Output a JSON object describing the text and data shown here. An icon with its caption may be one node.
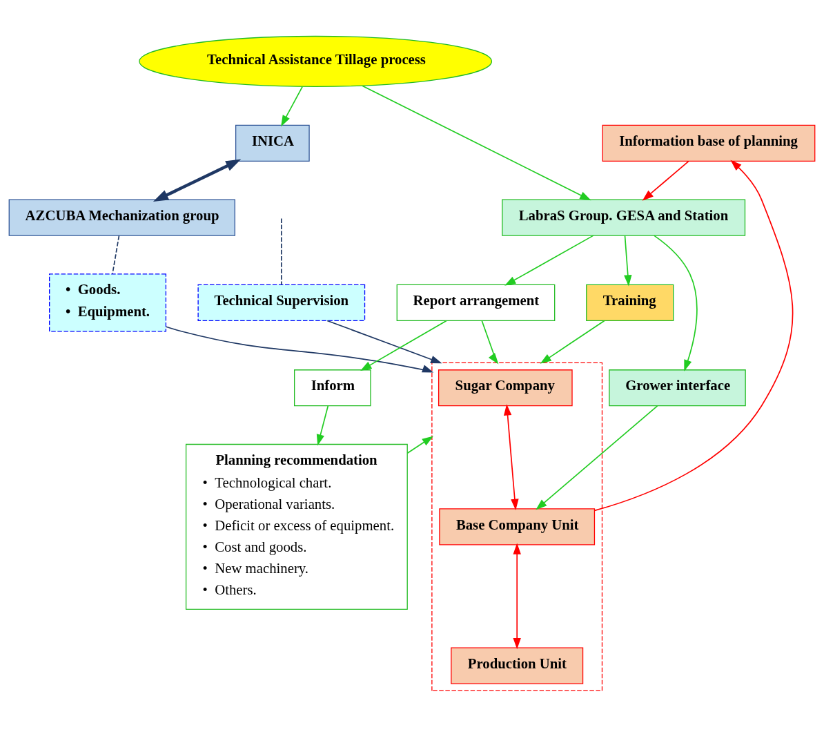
{
  "diagram": {
    "nodes": [
      {
        "text": [
          "INICA"
        ]
      },
      {
        "text": [
          "AZCUBA Mechanization group"
        ]
      },
      {
        "text": [
          "Technical Supervision"
        ]
      },
      {
        "text": [
          "•  Goods.",
          "•  Equipment."
        ]
      },
      {
        "text": [
          "Technical Assistance Tillage process"
        ]
      },
      {
        "text": [
          "Training"
        ]
      },
      {
        "text": [
          "LabraS Group. GESA and Station"
        ]
      },
      {
        "text": [],
        "shape": "box"
      },
      {
        "text": [
          "Sugar Company"
        ],
        "in": 7
      },
      {
        "text": [
          "Grower interface"
        ]
      },
      {
        "text": [
          "Information base of planning"
        ]
      },
      {
        "text": [
          "Base Company Unit"
        ],
        "in": 7
      },
      {
        "text": [
          "Report arrangement"
        ]
      },
      {
        "text": [
          "Planning recommendation",
          "•  Technological chart.",
          "•  Operational variants.",
          "•  Deficit or excess of equipment.",
          "•  Cost and goods.",
          "•  New machinery.",
          "•  Others."
        ]
      },
      {
        "text": [
          "Inform"
        ]
      },
      {
        "text": [
          "Production Unit"
        ],
        "in": 7
      }
    ],
    "edges": [
      {
        "from": 0,
        "to": 1,
        "arrow": "both",
        "style": "thick",
        "color": "#1f3864"
      },
      {
        "from": null,
        "to": 2,
        "arrow": "none",
        "style": "dashed",
        "color": "#1f3864"
      },
      {
        "from": 1,
        "to": 3,
        "arrow": "none",
        "style": "dashed",
        "color": "#1f3864"
      },
      {
        "from": 2,
        "to": 7,
        "arrow": "to",
        "color": "#1f3864"
      },
      {
        "from": 3,
        "to": 7,
        "arrow": "to",
        "color": "#1f3864"
      },
      {
        "from": 4,
        "to": 0,
        "arrow": "to"
      },
      {
        "from": 4,
        "to": 6,
        "arrow": "to"
      },
      {
        "from": 6,
        "to": 5,
        "arrow": "to"
      },
      {
        "from": 5,
        "to": 7,
        "arrow": "to"
      },
      {
        "from": 6,
        "to": 9,
        "arrow": "to"
      },
      {
        "from": 9,
        "to": 11,
        "arrow": "to"
      },
      {
        "from": 11,
        "to": 10,
        "arrow": "to",
        "color": "#ff0000"
      },
      {
        "from": 10,
        "to": 6,
        "arrow": "to",
        "color": "#ff0000"
      },
      {
        "from": 8,
        "to": 11,
        "arrow": "both",
        "color": "#ff0000"
      },
      {
        "from": 11,
        "to": 15,
        "arrow": "both",
        "color": "#ff0000"
      },
      {
        "from": 6,
        "to": 12,
        "arrow": "to"
      },
      {
        "from": 12,
        "to": 7,
        "arrow": "to"
      },
      {
        "from": 12,
        "to": 14,
        "arrow": "to"
      },
      {
        "from": 14,
        "to": 13,
        "arrow": "to"
      },
      {
        "from": 13,
        "to": 7,
        "arrow": "to"
      }
    ]
  }
}
